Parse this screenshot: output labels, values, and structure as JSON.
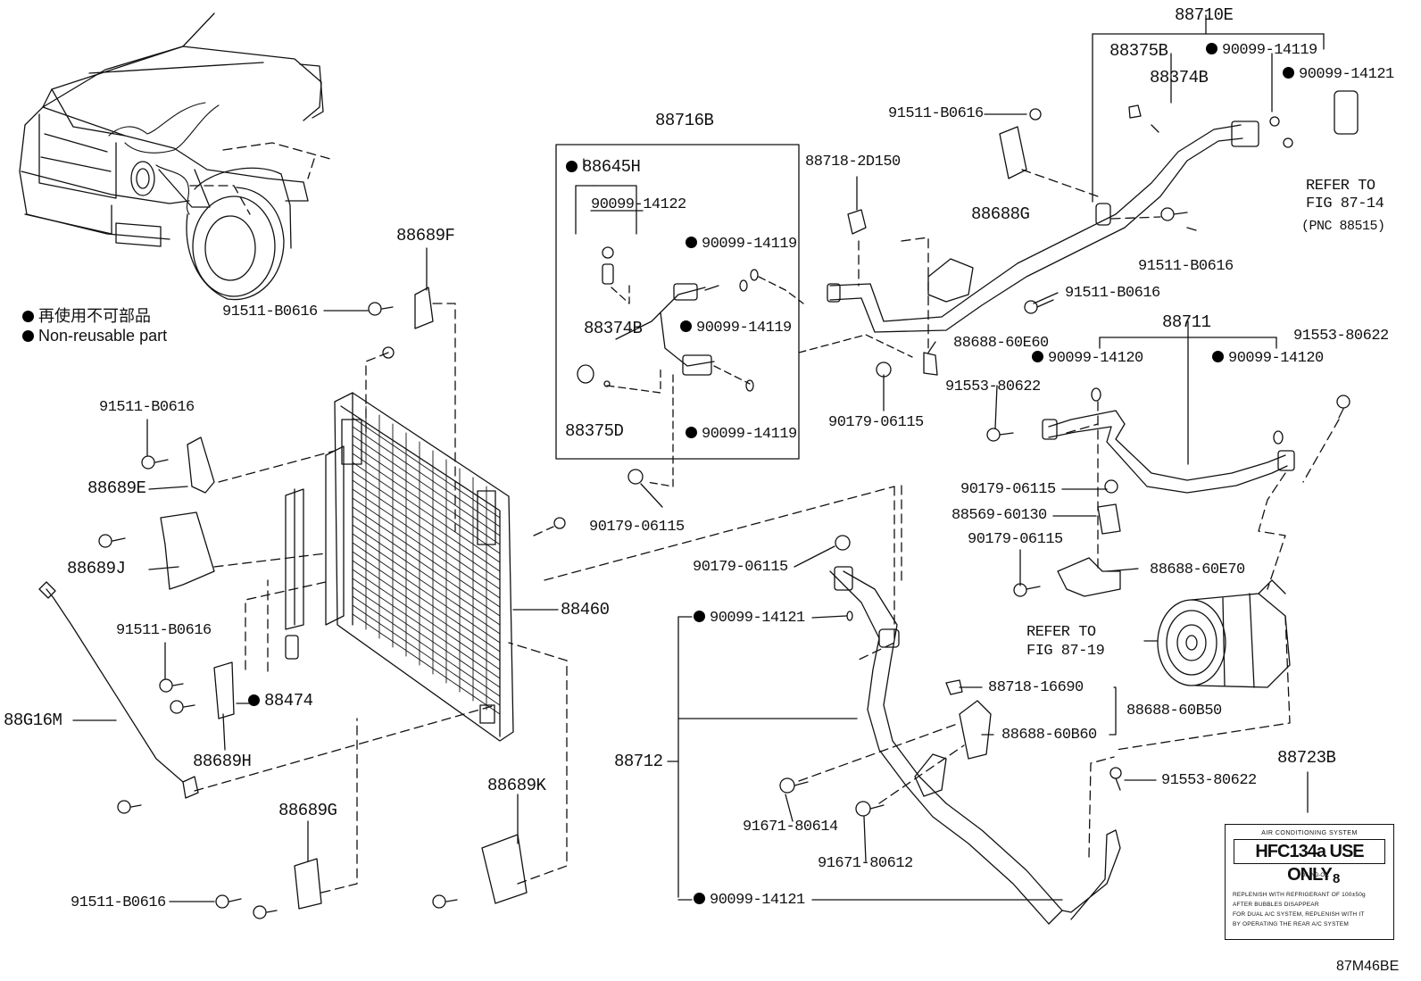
{
  "legend": {
    "jp": "再使用不可部品",
    "en": "Non-reusable part"
  },
  "labels": [
    {
      "id": "88710E",
      "text": "88710E",
      "dot": false
    },
    {
      "id": "88375B",
      "text": "88375B",
      "dot": false
    },
    {
      "id": "90099-14119-a",
      "text": "90099-14119",
      "dot": true
    },
    {
      "id": "88374B-a",
      "text": "88374B",
      "dot": false
    },
    {
      "id": "90099-14121-a",
      "text": "90099-14121",
      "dot": true
    },
    {
      "id": "91511-B0616-a",
      "text": "91511-B0616",
      "dot": false
    },
    {
      "id": "88716B",
      "text": "88716B",
      "dot": false
    },
    {
      "id": "88645H",
      "text": "88645H",
      "dot": true
    },
    {
      "id": "88718-2D150",
      "text": "88718-2D150",
      "dot": false
    },
    {
      "id": "88688G",
      "text": "88688G",
      "dot": false
    },
    {
      "id": "90099-14122",
      "text": "90099-14122",
      "dot": false
    },
    {
      "id": "90099-14119-b",
      "text": "90099-14119",
      "dot": true
    },
    {
      "id": "90099-14119-c",
      "text": "90099-14119",
      "dot": true
    },
    {
      "id": "88374B-b",
      "text": "88374B",
      "dot": false
    },
    {
      "id": "88375D",
      "text": "88375D",
      "dot": false
    },
    {
      "id": "90099-14119-d",
      "text": "90099-14119",
      "dot": true
    },
    {
      "id": "91511-B0616-b",
      "text": "91511-B0616",
      "dot": false
    },
    {
      "id": "91511-B0616-c",
      "text": "91511-B0616",
      "dot": false
    },
    {
      "id": "88711",
      "text": "88711",
      "dot": false
    },
    {
      "id": "91553-80622-a",
      "text": "91553-80622",
      "dot": false
    },
    {
      "id": "88688-60E60",
      "text": "88688-60E60",
      "dot": false
    },
    {
      "id": "91553-80622-b",
      "text": "91553-80622",
      "dot": false
    },
    {
      "id": "90099-14120-a",
      "text": "90099-14120",
      "dot": true
    },
    {
      "id": "90099-14120-b",
      "text": "90099-14120",
      "dot": true
    },
    {
      "id": "90179-06115-a",
      "text": "90179-06115",
      "dot": false
    },
    {
      "id": "90179-06115-b",
      "text": "90179-06115",
      "dot": false
    },
    {
      "id": "88569-60130",
      "text": "88569-60130",
      "dot": false
    },
    {
      "id": "90179-06115-c",
      "text": "90179-06115",
      "dot": false
    },
    {
      "id": "88688-60E70",
      "text": "88688-60E70",
      "dot": false
    },
    {
      "id": "90179-06115-d",
      "text": "90179-06115",
      "dot": false
    },
    {
      "id": "90179-06115-e",
      "text": "90179-06115",
      "dot": false
    },
    {
      "id": "88689F",
      "text": "88689F",
      "dot": false
    },
    {
      "id": "91511-B0616-d",
      "text": "91511-B0616",
      "dot": false
    },
    {
      "id": "91511-B0616-e",
      "text": "91511-B0616",
      "dot": false
    },
    {
      "id": "88689E",
      "text": "88689E",
      "dot": false
    },
    {
      "id": "88689J",
      "text": "88689J",
      "dot": false
    },
    {
      "id": "88460",
      "text": "88460",
      "dot": false
    },
    {
      "id": "91511-B0616-f",
      "text": "91511-B0616",
      "dot": false
    },
    {
      "id": "88474",
      "text": "88474",
      "dot": true
    },
    {
      "id": "88G16M",
      "text": "88G16M",
      "dot": false
    },
    {
      "id": "88689H",
      "text": "88689H",
      "dot": false
    },
    {
      "id": "90099-14121-b",
      "text": "90099-14121",
      "dot": true
    },
    {
      "id": "88712",
      "text": "88712",
      "dot": false
    },
    {
      "id": "88718-16690",
      "text": "88718-16690",
      "dot": false
    },
    {
      "id": "88688-60B50",
      "text": "88688-60B50",
      "dot": false
    },
    {
      "id": "88688-60B60",
      "text": "88688-60B60",
      "dot": false
    },
    {
      "id": "88689K",
      "text": "88689K",
      "dot": false
    },
    {
      "id": "88689G",
      "text": "88689G",
      "dot": false
    },
    {
      "id": "91511-B0616-g",
      "text": "91511-B0616",
      "dot": false
    },
    {
      "id": "91671-80614",
      "text": "91671-80614",
      "dot": false
    },
    {
      "id": "91671-80612",
      "text": "91671-80612",
      "dot": false
    },
    {
      "id": "90099-14121-c",
      "text": "90099-14121",
      "dot": true
    },
    {
      "id": "88723B",
      "text": "88723B",
      "dot": false
    },
    {
      "id": "91553-80622-c",
      "text": "91553-80622",
      "dot": false
    }
  ],
  "refer_1": {
    "line1": "REFER TO",
    "line2": "FIG 87-14",
    "line3": "(PNC 88515)"
  },
  "refer_2": {
    "line1": "REFER TO",
    "line2": "FIG 87-19"
  },
  "ac_label": {
    "header": "AIR CONDITIONING SYSTEM",
    "brand": "HFC134a USE ONLY",
    "oil_caption": "OIL ND-OIL",
    "oil_value": "8",
    "lines": [
      "REPLENISH WITH REFRIGERANT OF 100±50g",
      "AFTER BUBBLES DISAPPEAR",
      "FOR DUAL A/C SYSTEM, REPLENISH WITH IT",
      "BY OPERATING THE REAR A/C SYSTEM"
    ]
  },
  "figure_code": "87M46BE"
}
